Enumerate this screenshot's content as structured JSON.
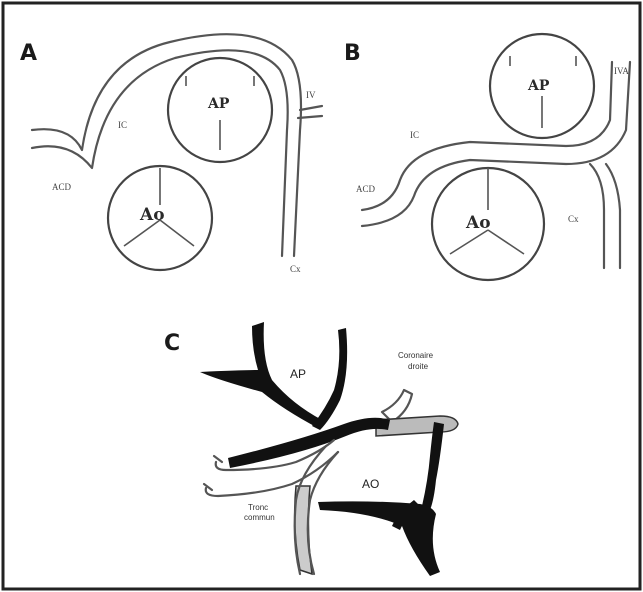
{
  "panels": {
    "a": {
      "letter": "A",
      "labels": {
        "ap": "AP",
        "ao": "Ao",
        "ic": "IC",
        "acd": "ACD",
        "iv": "IV",
        "cx": "Cx"
      }
    },
    "b": {
      "letter": "B",
      "labels": {
        "ap": "AP",
        "ao": "Ao",
        "ic": "IC",
        "acd": "ACD",
        "iva": "IVA",
        "cx": "Cx"
      }
    },
    "c": {
      "letter": "C",
      "labels": {
        "ap": "AP",
        "ao": "AO",
        "coronaire_line1": "Coronaire",
        "coronaire_line2": "droite",
        "tronc_line1": "Tronc",
        "tronc_line2": "commun"
      }
    }
  }
}
